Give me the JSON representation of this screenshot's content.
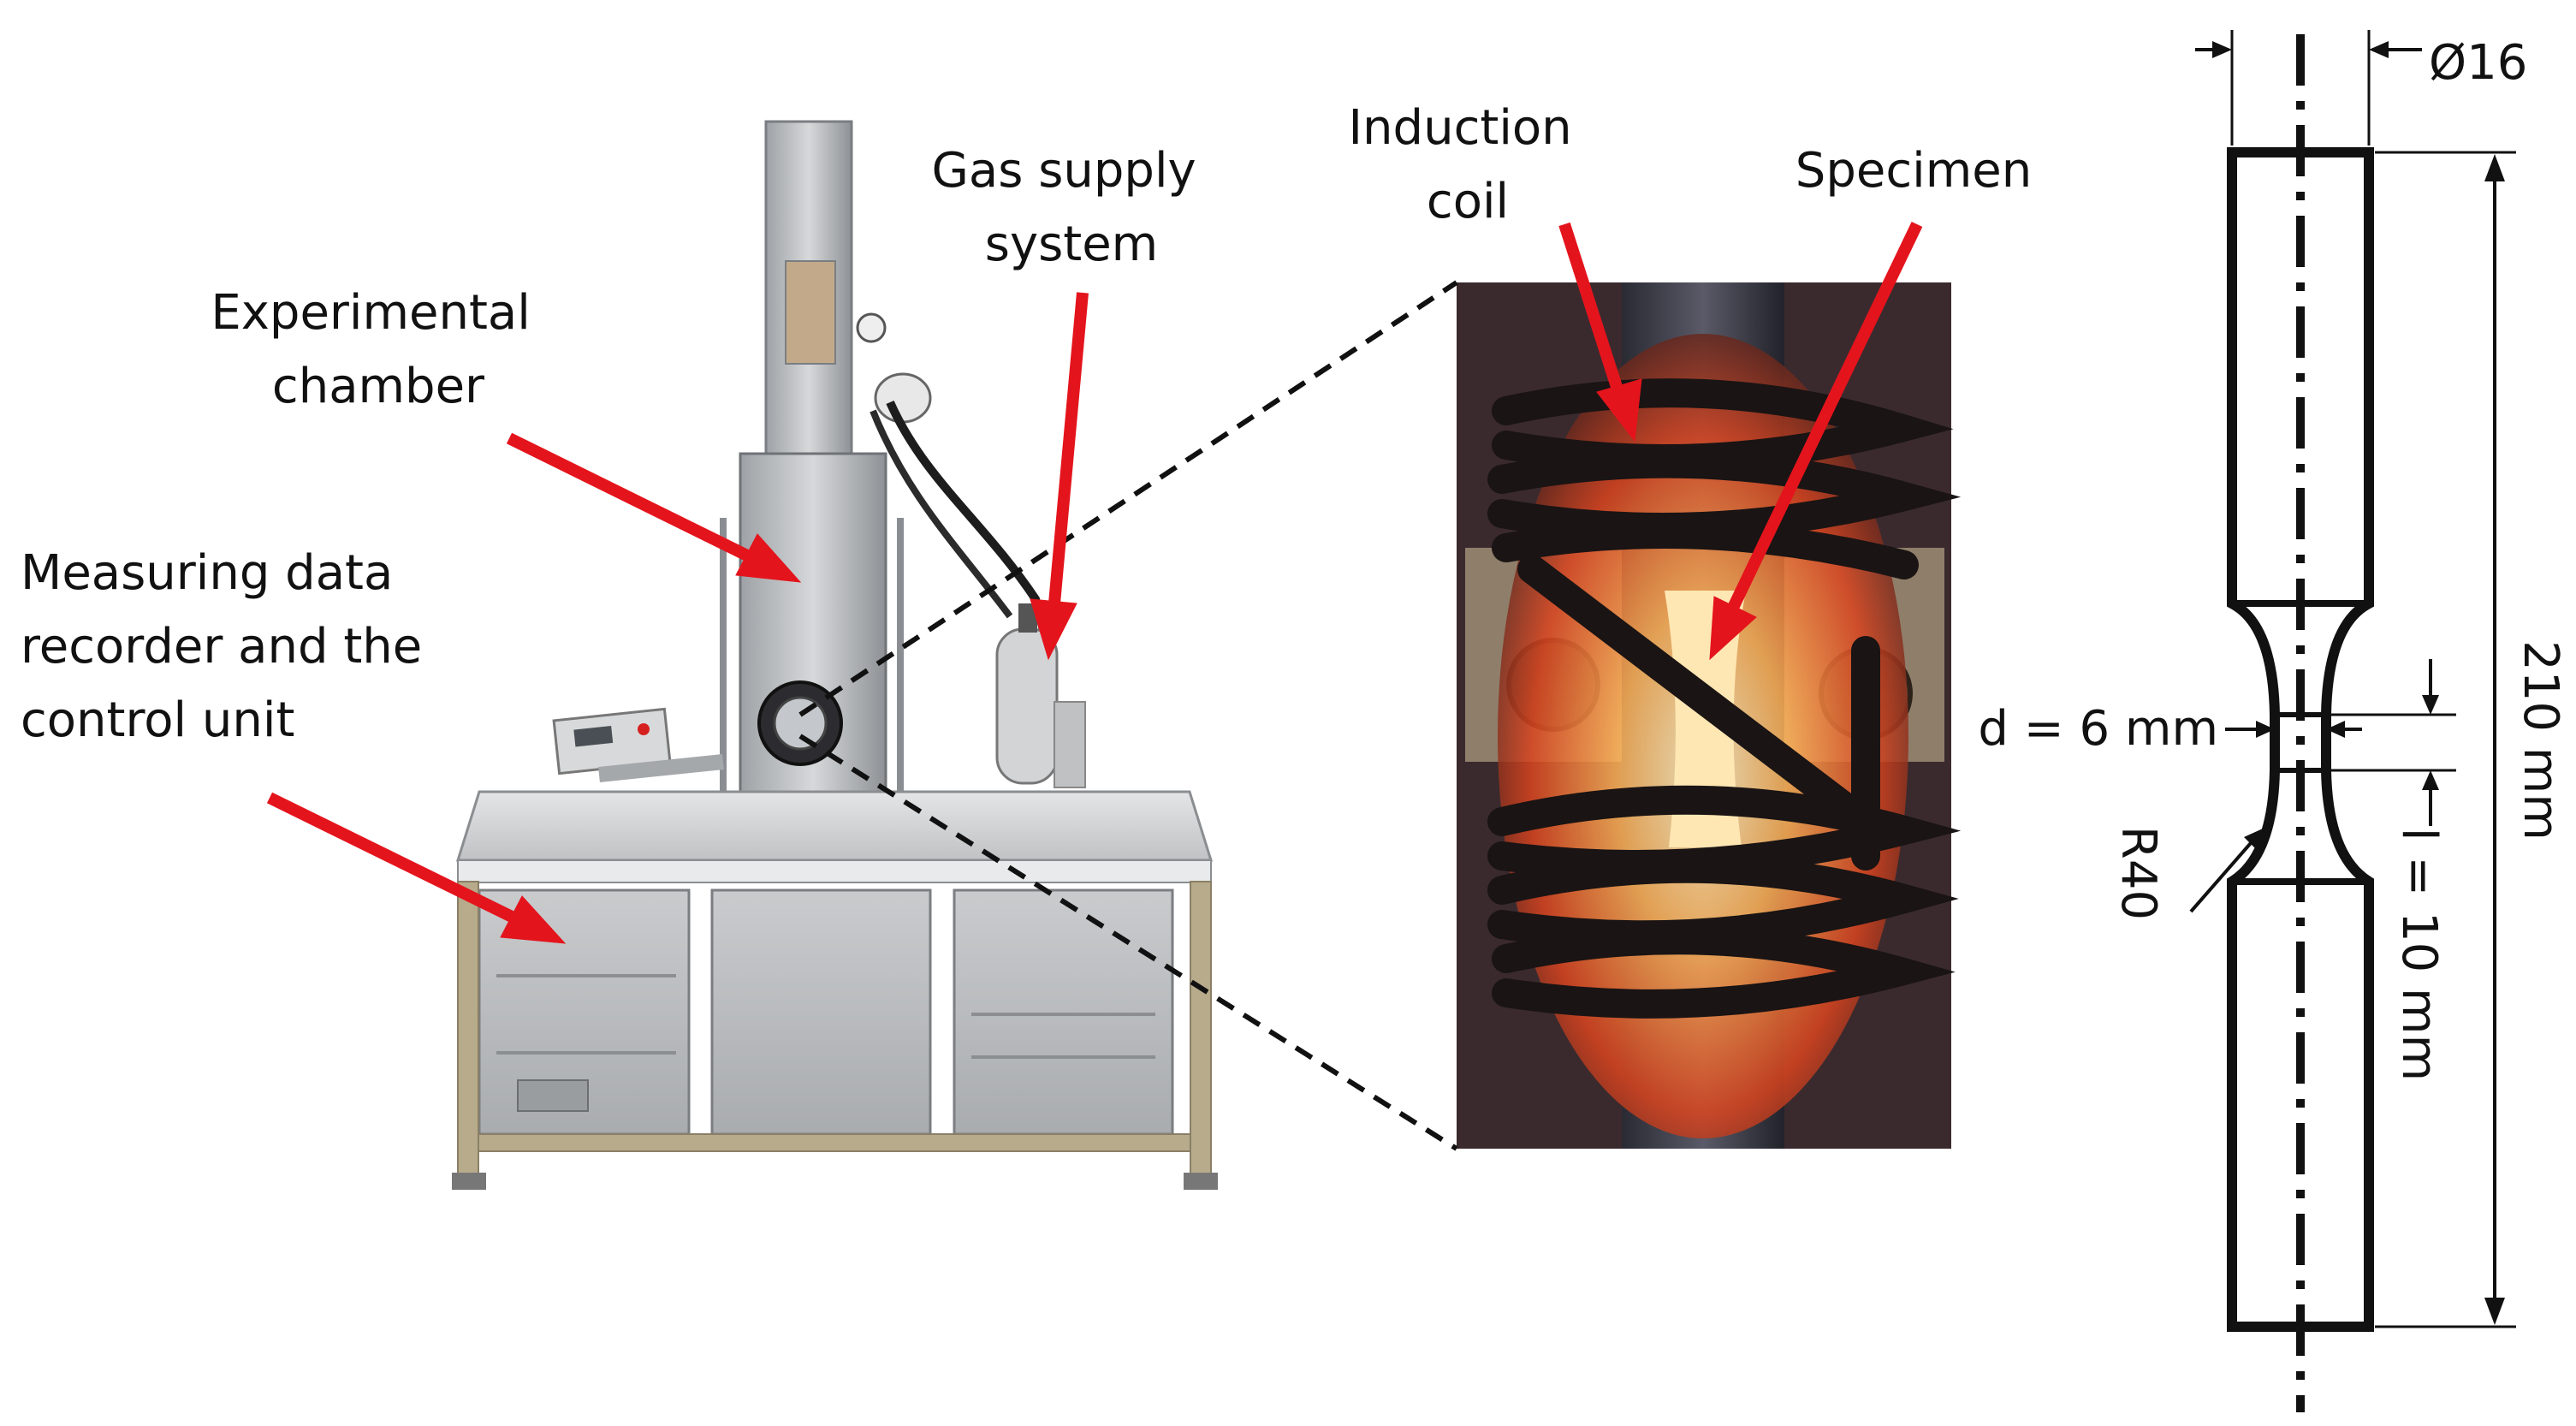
{
  "labels": {
    "experimental_chamber": [
      "Experimental",
      "chamber"
    ],
    "measuring_unit": [
      "Measuring data",
      "recorder and the",
      "control unit"
    ],
    "gas_supply": [
      "Gas supply",
      "system"
    ],
    "induction_coil": [
      "Induction",
      "coil"
    ],
    "specimen": "Specimen"
  },
  "dimensions": {
    "diameter": "Ø16",
    "length": "210 mm",
    "neck_diameter": "d = 6 mm",
    "gauge_length": "l = 10 mm",
    "radius": "R40"
  },
  "colors": {
    "arrow": "#e4141c",
    "line": "#111111",
    "glow": "#ff8a3c"
  }
}
